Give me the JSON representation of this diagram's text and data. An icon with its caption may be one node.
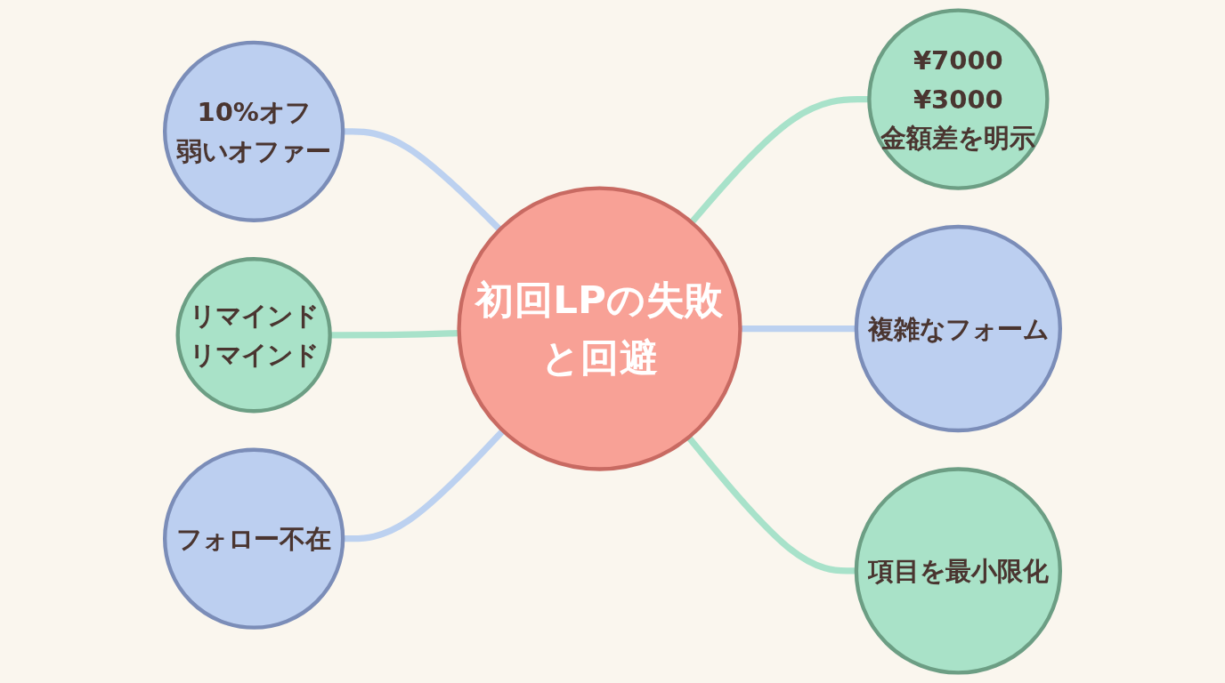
{
  "diagram": {
    "nodes": [
      {
        "text": [
          "初回LPの失敗と回避"
        ]
      },
      {
        "text": [
          "10%オフ",
          "弱いオファー"
        ]
      },
      {
        "text": [
          "¥7000",
          "¥3000",
          "金額差を明示"
        ]
      },
      {
        "text": [
          "リマインド",
          "リマインド"
        ]
      },
      {
        "text": [
          "複雑なフォーム"
        ]
      },
      {
        "text": [
          "フォロー不在"
        ]
      },
      {
        "text": [
          "項目を最小限化"
        ]
      }
    ],
    "edges": [
      {
        "from": 1,
        "to": 0,
        "arrow": "none",
        "color": "#bcd1f0"
      },
      {
        "from": 0,
        "to": 2,
        "arrow": "none",
        "color": "#a8e2ca"
      },
      {
        "from": 3,
        "to": 0,
        "arrow": "none",
        "color": "#a8e2ca"
      },
      {
        "from": 0,
        "to": 4,
        "arrow": "none",
        "color": "#bcd1f0"
      },
      {
        "from": 5,
        "to": 0,
        "arrow": "none",
        "color": "#bcd1f0"
      },
      {
        "from": 0,
        "to": 6,
        "arrow": "none",
        "color": "#a8e2ca"
      }
    ]
  }
}
